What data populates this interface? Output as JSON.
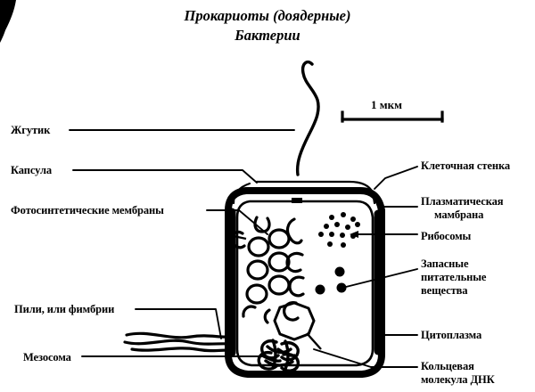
{
  "figure": {
    "title_line1": "Прокариоты (доядерные)",
    "title_line2": "Бактерии",
    "scale_bar_label": "1 мкм",
    "ink_color": "#000000",
    "background_color": "#ffffff"
  },
  "labels_left": [
    {
      "key": "flagellum",
      "text": "Жгутик"
    },
    {
      "key": "capsule",
      "text": "Капсула"
    },
    {
      "key": "photomembranes",
      "text": "Фотосинтетические мембраны"
    },
    {
      "key": "pili",
      "text": "Пили, или фимбрии"
    },
    {
      "key": "mesosome",
      "text": "Мезосома"
    }
  ],
  "labels_right": [
    {
      "key": "cell-wall",
      "line1": "Клеточная стенка",
      "line2": "",
      "line3": ""
    },
    {
      "key": "plasma-membrane",
      "line1": "Плазматическая",
      "line2": "мамбрана",
      "line3": ""
    },
    {
      "key": "ribosomes",
      "line1": "Рибосомы",
      "line2": "",
      "line3": ""
    },
    {
      "key": "storage-granules",
      "line1": "Запасные",
      "line2": "питательные",
      "line3": "вещества"
    },
    {
      "key": "cytoplasm",
      "line1": "Цитоплазма",
      "line2": "",
      "line3": ""
    },
    {
      "key": "dna",
      "line1": "Кольцевая",
      "line2": "молекула ДНК",
      "line3": ""
    }
  ],
  "structures": {
    "cell_body": "rounded-rectangle bacterial cell",
    "flagellum": "single wavy S-curved flagellum at top",
    "capsule": "thin outer capsule outline",
    "cell_wall": "thick black cell wall",
    "plasma_membrane": "thin inner membrane line",
    "photosynthetic_membranes": "cluster of open rings in upper left of cytoplasm",
    "ribosomes": "cluster of small dots in upper right of cytoplasm",
    "storage_granules": "three larger dots in mid right of cytoplasm",
    "mesosome": "polygonal blob in lower center",
    "nucleoid_dna": "tangled scribble mass at bottom center",
    "pili": "wavy fimbriae lines at lower left of cell"
  }
}
